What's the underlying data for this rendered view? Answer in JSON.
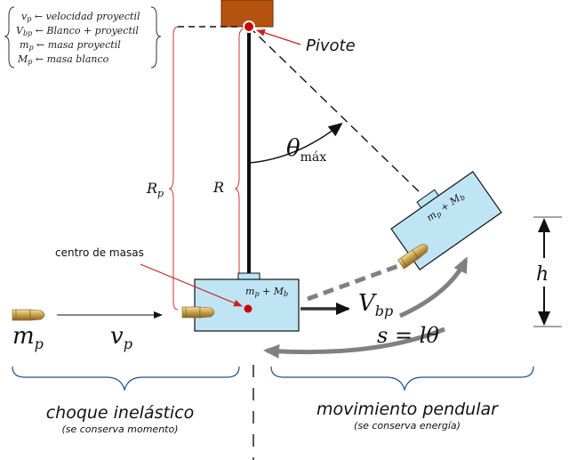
{
  "legend": {
    "lines": [
      [
        "v",
        "p",
        " ← velocidad proyectil"
      ],
      [
        "V",
        "bp",
        " ← Blanco + proyectil"
      ],
      [
        "m",
        "p",
        " ← masa proyectil"
      ],
      [
        "M",
        "p",
        " ← masa blanco"
      ]
    ]
  },
  "labels": {
    "pivot": "Pivote",
    "theta_base": "θ",
    "theta_sub": "máx",
    "r_p_base": "R",
    "r_p_sub": "p",
    "r": "R",
    "center_of_mass": "centro de masas",
    "block_hanging": "m_p + M_b",
    "block_swung": "m_p + M_b",
    "v_bp_base": "V",
    "v_bp_sub": "bp",
    "m_p_base": "m",
    "m_p_sub": "p",
    "v_p_base": "v",
    "v_p_sub": "p",
    "h": "h",
    "arc": "s = lθ"
  },
  "sections": {
    "left_title": "choque inelástico",
    "left_subtitle": "(se conserva momento)",
    "right_title": "movimiento pendular",
    "right_subtitle": "(se conserva energía)"
  },
  "colors": {
    "pivot_mount": "#b5520f",
    "block_fill": "#bfe5f5",
    "pivot_dot": "#cc0000",
    "annotation_red": "#cc2222",
    "arrow_gray": "#808080"
  }
}
